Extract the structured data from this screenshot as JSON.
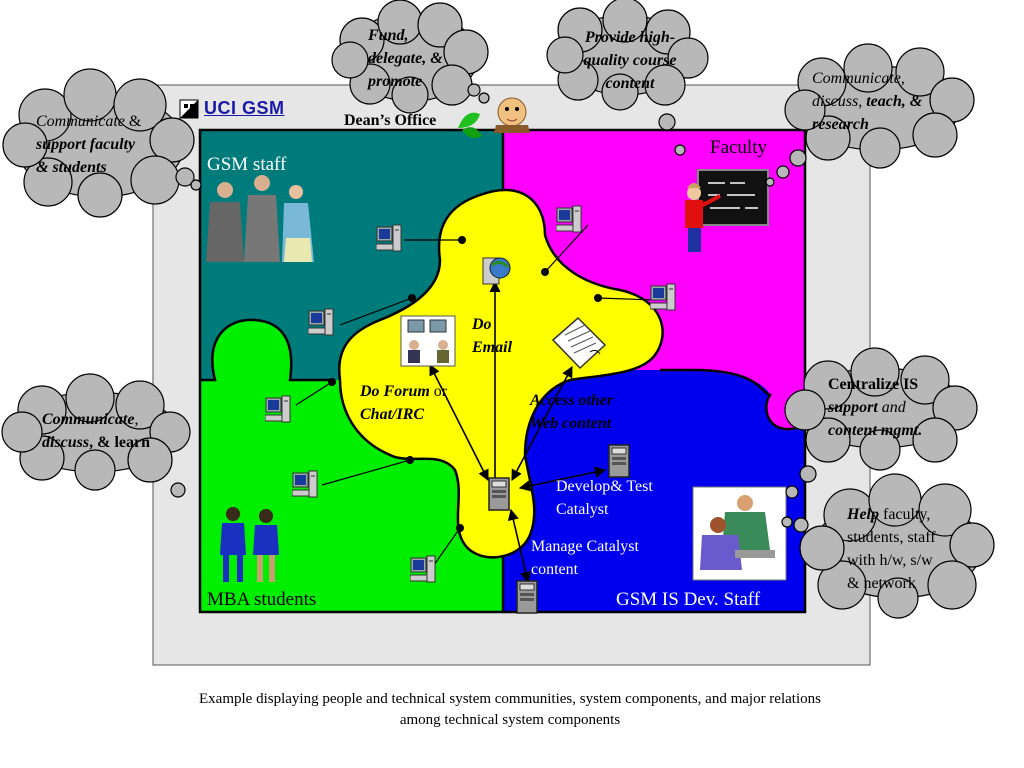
{
  "logo": {
    "text": "UCI GSM"
  },
  "header": {
    "deans_office": "Dean’s Office"
  },
  "regions": {
    "gsm_staff": "GSM staff",
    "faculty": "Faculty",
    "mba_students": "MBA students",
    "is_dev_staff": "GSM IS Dev. Staff"
  },
  "center": {
    "do_email_1": "Do",
    "do_email_2": "Email",
    "forum_1a": "Do Forum",
    "forum_1b": " or",
    "forum_2": "Chat/IRC",
    "access_1": "Access other",
    "access_2": "Web content"
  },
  "dev_labels": {
    "develop_1": "Develop& Test",
    "develop_2": "Catalyst",
    "manage_1": "Manage Catalyst",
    "manage_2": "content"
  },
  "clouds": {
    "fund": [
      "Fund,",
      "delegate, &",
      "promote"
    ],
    "provide": [
      "Provide high-",
      "quality course",
      "content"
    ],
    "communicate_teach": {
      "l1": "Communicate,",
      "l2a": "discuss, ",
      "l2b": "teach, &",
      "l3": "research"
    },
    "communicate_support": {
      "l1a": "Communicate",
      "l1b": " &",
      "l2": "support faculty",
      "l3": "& students"
    },
    "communicate_learn": {
      "l1a": "Communicate",
      "l1b": ",",
      "l2a": "discuss",
      "l2b": ", & learn"
    },
    "centralize": {
      "l1": "Centralize  IS",
      "l2a": "support",
      "l2b": " and",
      "l3": "content mgmt."
    },
    "help": {
      "l1a": "Help",
      "l1b": " faculty,",
      "l2": "students, staff",
      "l3": "with h/w, s/w",
      "l4": "& network"
    }
  },
  "caption": {
    "line1": "Example displaying people and technical system communities, system components, and major relations",
    "line2": "among technical system components"
  },
  "colors": {
    "frame": "#e6e6e6",
    "gsm_staff": "#007b7b",
    "faculty": "#ff00ff",
    "mba_students": "#00ee00",
    "is_dev_staff": "#0000ee",
    "center": "#ffff00",
    "cloud": "#b8b8b8"
  }
}
